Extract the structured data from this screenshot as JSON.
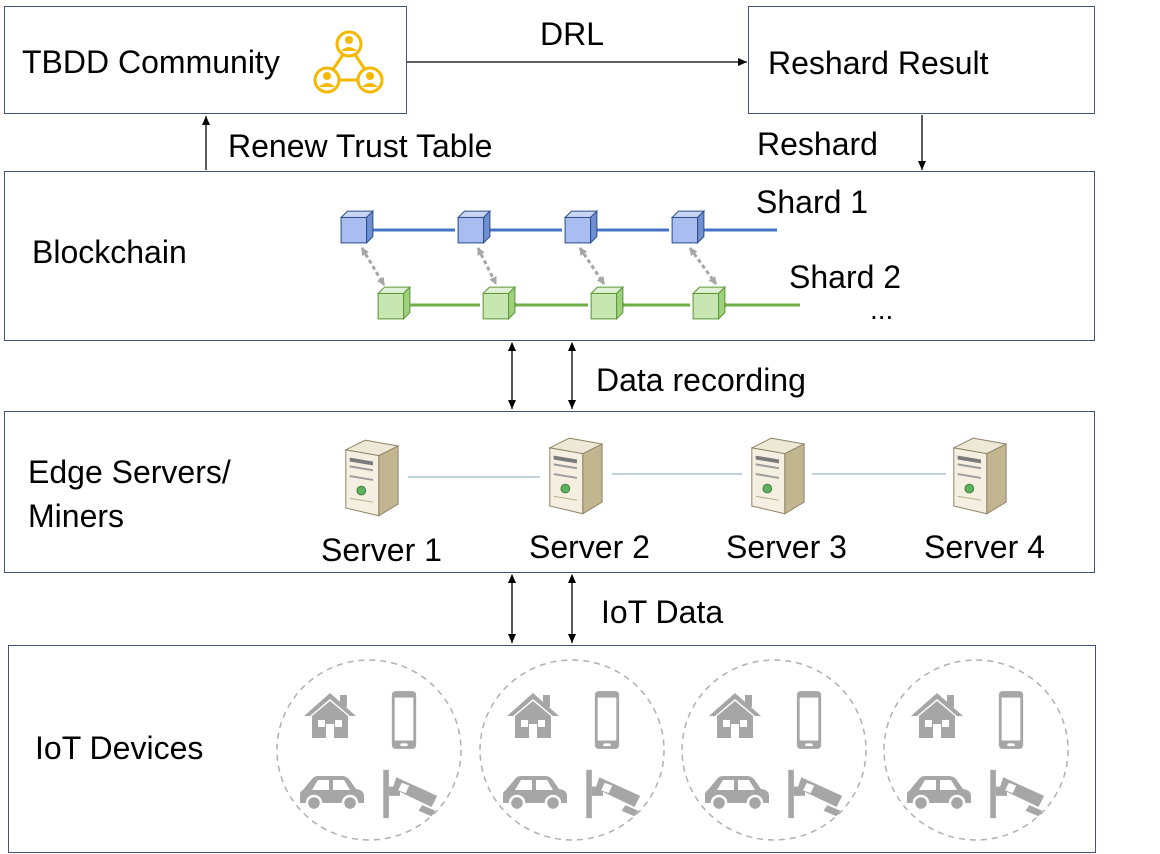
{
  "top": {
    "community_label": "TBDD Community",
    "reshard_result_label": "Reshard Result",
    "drl_label": "DRL",
    "renew_label": "Renew Trust Table",
    "reshard_label": "Reshard"
  },
  "blockchain": {
    "title": "Blockchain",
    "shard1_label": "Shard 1",
    "shard2_label": "Shard 2",
    "more_label": "...",
    "shard1_color": "#4472c4",
    "shard2_color": "#70ad47"
  },
  "data_recording_label": "Data recording",
  "edge": {
    "title_line1": "Edge Servers/",
    "title_line2": "Miners",
    "servers": [
      "Server 1",
      "Server 2",
      "Server 3",
      "Server 4"
    ]
  },
  "iot_data_label": "IoT Data",
  "iot": {
    "title": "IoT Devices",
    "icons": [
      "house-icon",
      "phone-icon",
      "car-icon",
      "camera-icon"
    ]
  },
  "colors": {
    "box_border": "#41557a",
    "community_icon": "#f5b800",
    "device_gray": "#a6a6a6"
  }
}
